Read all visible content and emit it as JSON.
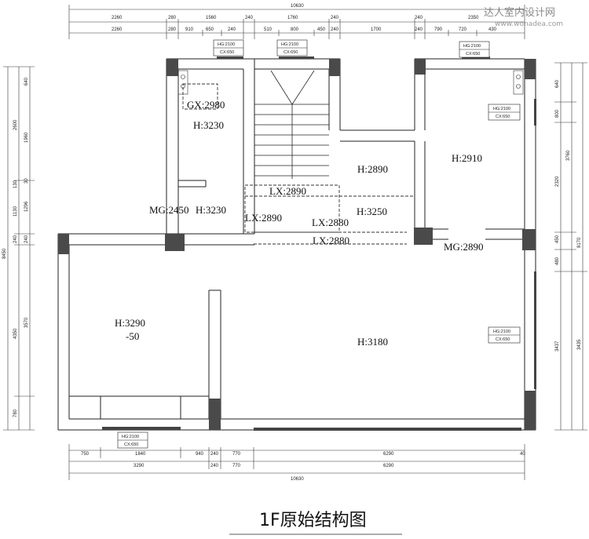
{
  "watermark": {
    "cn": "达人室内设计网",
    "url": "www.wonadea.com"
  },
  "title": "1F原始结构图",
  "dims": {
    "top_total": "10630",
    "top_row1": [
      "2260",
      "280",
      "1560",
      "240",
      "1760",
      "240",
      "240",
      "2350"
    ],
    "top_row2": [
      "2260",
      "280",
      "910",
      "650",
      "240",
      "510",
      "800",
      "450",
      "240",
      "1700",
      "240",
      "790",
      "720",
      "430"
    ],
    "bottom_row1": [
      "750",
      "1840",
      "940",
      "240",
      "770",
      "6290",
      "40"
    ],
    "bottom_row2": [
      "3290",
      "240",
      "770",
      "6290"
    ],
    "bottom_total": "10630",
    "left_outer": [
      "8450"
    ],
    "left_mid": [
      "2600",
      "130",
      "1130",
      "240",
      "4350",
      "780"
    ],
    "left_inner": [
      "640",
      "1960",
      "30",
      "1296",
      "240",
      "3570"
    ],
    "right_inner": [
      "640",
      "800",
      "3760",
      "2320",
      "450",
      "480",
      "3437"
    ],
    "right_outer": [
      "8170",
      "3435"
    ]
  },
  "windows": [
    {
      "hg": "HG:2100",
      "cx": "CX:650"
    },
    {
      "hg": "HG:2100",
      "cx": "CX:650"
    },
    {
      "hg": "HG:2100",
      "cx": "CX:650"
    },
    {
      "hg": "HG:2100",
      "cx": "CX:650"
    },
    {
      "hg": "HG:2100",
      "cx": "CX:650"
    },
    {
      "hg": "HG:2100",
      "cx": "CX:650"
    }
  ],
  "labels": {
    "gx": "GX:2980",
    "h3230a": "H:3230",
    "mg2450": "MG:2450",
    "h3230b": "H:3230",
    "lx2890a": "LX:2890",
    "lx2890b": "LX:2890",
    "lx2880a": "LX:2880",
    "lx2880b": "LX:2880",
    "h3250": "H:3250",
    "h2890": "H:2890",
    "h2910": "H:2910",
    "mg2890": "MG:2890",
    "h3290": "H:3290",
    "minus50": "-50",
    "h3180": "H:3180"
  }
}
